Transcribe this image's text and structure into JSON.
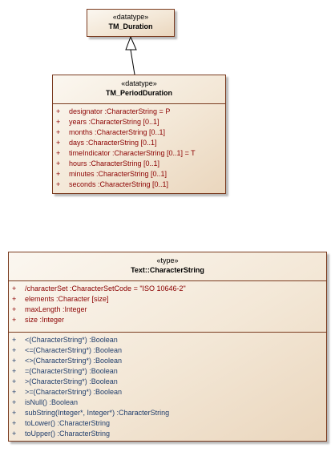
{
  "duration": {
    "stereotype": "«datatype»",
    "name": "TM_Duration"
  },
  "period": {
    "stereotype": "«datatype»",
    "name": "TM_PeriodDuration",
    "attributes": [
      {
        "vis": "+",
        "text": "designator  :CharacterString = P"
      },
      {
        "vis": "+",
        "text": "years  :CharacterString [0..1]"
      },
      {
        "vis": "+",
        "text": "months  :CharacterString [0..1]"
      },
      {
        "vis": "+",
        "text": "days  :CharacterString [0..1]"
      },
      {
        "vis": "+",
        "text": "timeIndicator  :CharacterString [0..1] = T"
      },
      {
        "vis": "+",
        "text": "hours  :CharacterString [0..1]"
      },
      {
        "vis": "+",
        "text": "minutes  :CharacterString [0..1]"
      },
      {
        "vis": "+",
        "text": "seconds  :CharacterString [0..1]"
      }
    ]
  },
  "charstring": {
    "stereotype": "«type»",
    "name": "Text::CharacterString",
    "attributes": [
      {
        "vis": "+",
        "text": "/characterSet  :CharacterSetCode = \"ISO 10646-2\""
      },
      {
        "vis": "+",
        "text": "elements  :Character [size]"
      },
      {
        "vis": "+",
        "text": "maxLength  :Integer"
      },
      {
        "vis": "+",
        "text": "size  :Integer"
      }
    ],
    "operations": [
      {
        "vis": "+",
        "text": "<(CharacterString*)  :Boolean"
      },
      {
        "vis": "+",
        "text": "<=(CharacterString*)  :Boolean"
      },
      {
        "vis": "+",
        "text": "<>(CharacterString*)  :Boolean"
      },
      {
        "vis": "+",
        "text": "=(CharacterString*)  :Boolean"
      },
      {
        "vis": "+",
        "text": ">(CharacterString*)  :Boolean"
      },
      {
        "vis": "+",
        "text": ">=(CharacterString*)  :Boolean"
      },
      {
        "vis": "+",
        "text": "isNull()  :Boolean"
      },
      {
        "vis": "+",
        "text": "subString(Integer*, Integer*)  :CharacterString"
      },
      {
        "vis": "+",
        "text": "toLower()  :CharacterString"
      },
      {
        "vis": "+",
        "text": "toUpper()  :CharacterString"
      }
    ]
  },
  "colors": {
    "border": "#7a3b1f",
    "attribute_text": "#8b0000",
    "operation_text": "#1f3d6b"
  }
}
